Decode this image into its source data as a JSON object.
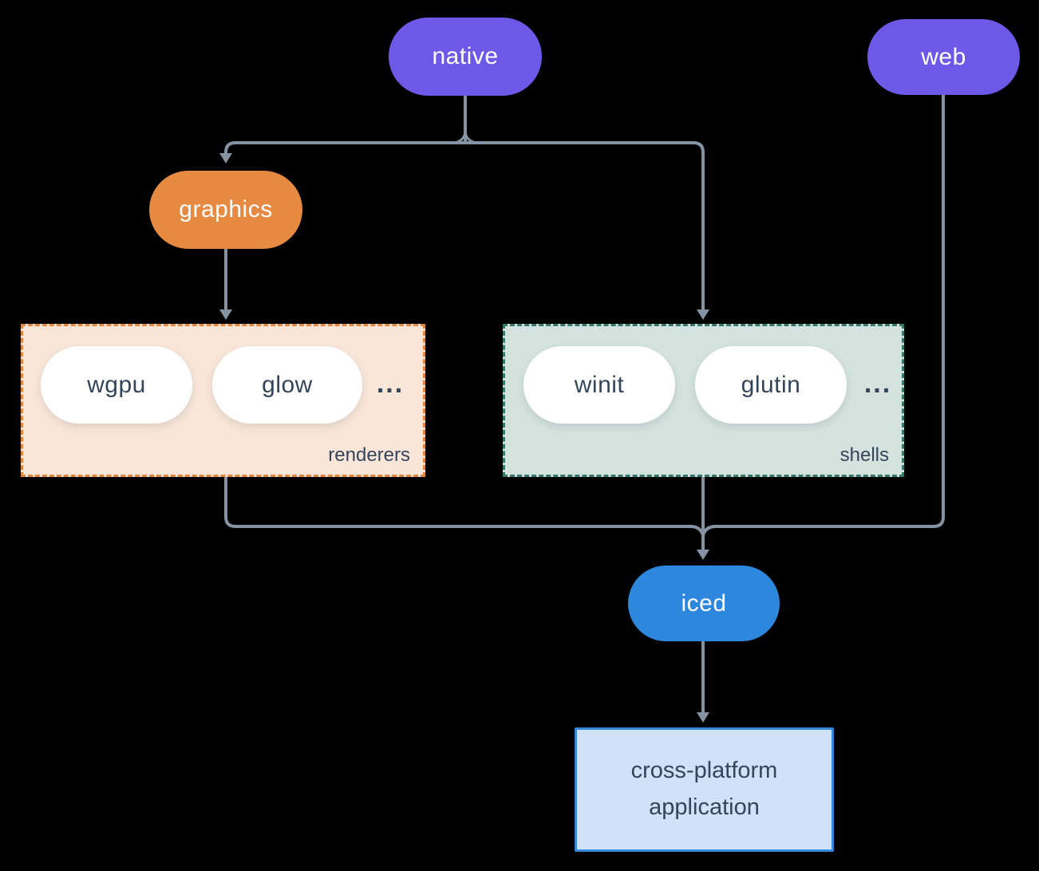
{
  "diagram": {
    "colors": {
      "background": "#000000",
      "edge": "#8492a2",
      "purple": "#6c59e8",
      "orange": "#e68a42",
      "blue": "#2d87dc",
      "pill_text": "#ffffff",
      "dark_text": "#33455a",
      "renderers_bg": "#f9e6d8",
      "renderers_border": "#e0873f",
      "shells_bg": "#d4e3dd",
      "shells_border": "#35796b",
      "app_bg": "#cfe2f6",
      "app_border": "#3388dd"
    },
    "nodes": {
      "native": {
        "label": "native"
      },
      "web": {
        "label": "web"
      },
      "graphics": {
        "label": "graphics"
      },
      "iced": {
        "label": "iced"
      }
    },
    "groups": {
      "renderers": {
        "label": "renderers",
        "items": [
          "wgpu",
          "glow"
        ],
        "ellipsis": "..."
      },
      "shells": {
        "label": "shells",
        "items": [
          "winit",
          "glutin"
        ],
        "ellipsis": "..."
      }
    },
    "app_box": {
      "line1": "cross-platform",
      "line2": "application"
    }
  }
}
